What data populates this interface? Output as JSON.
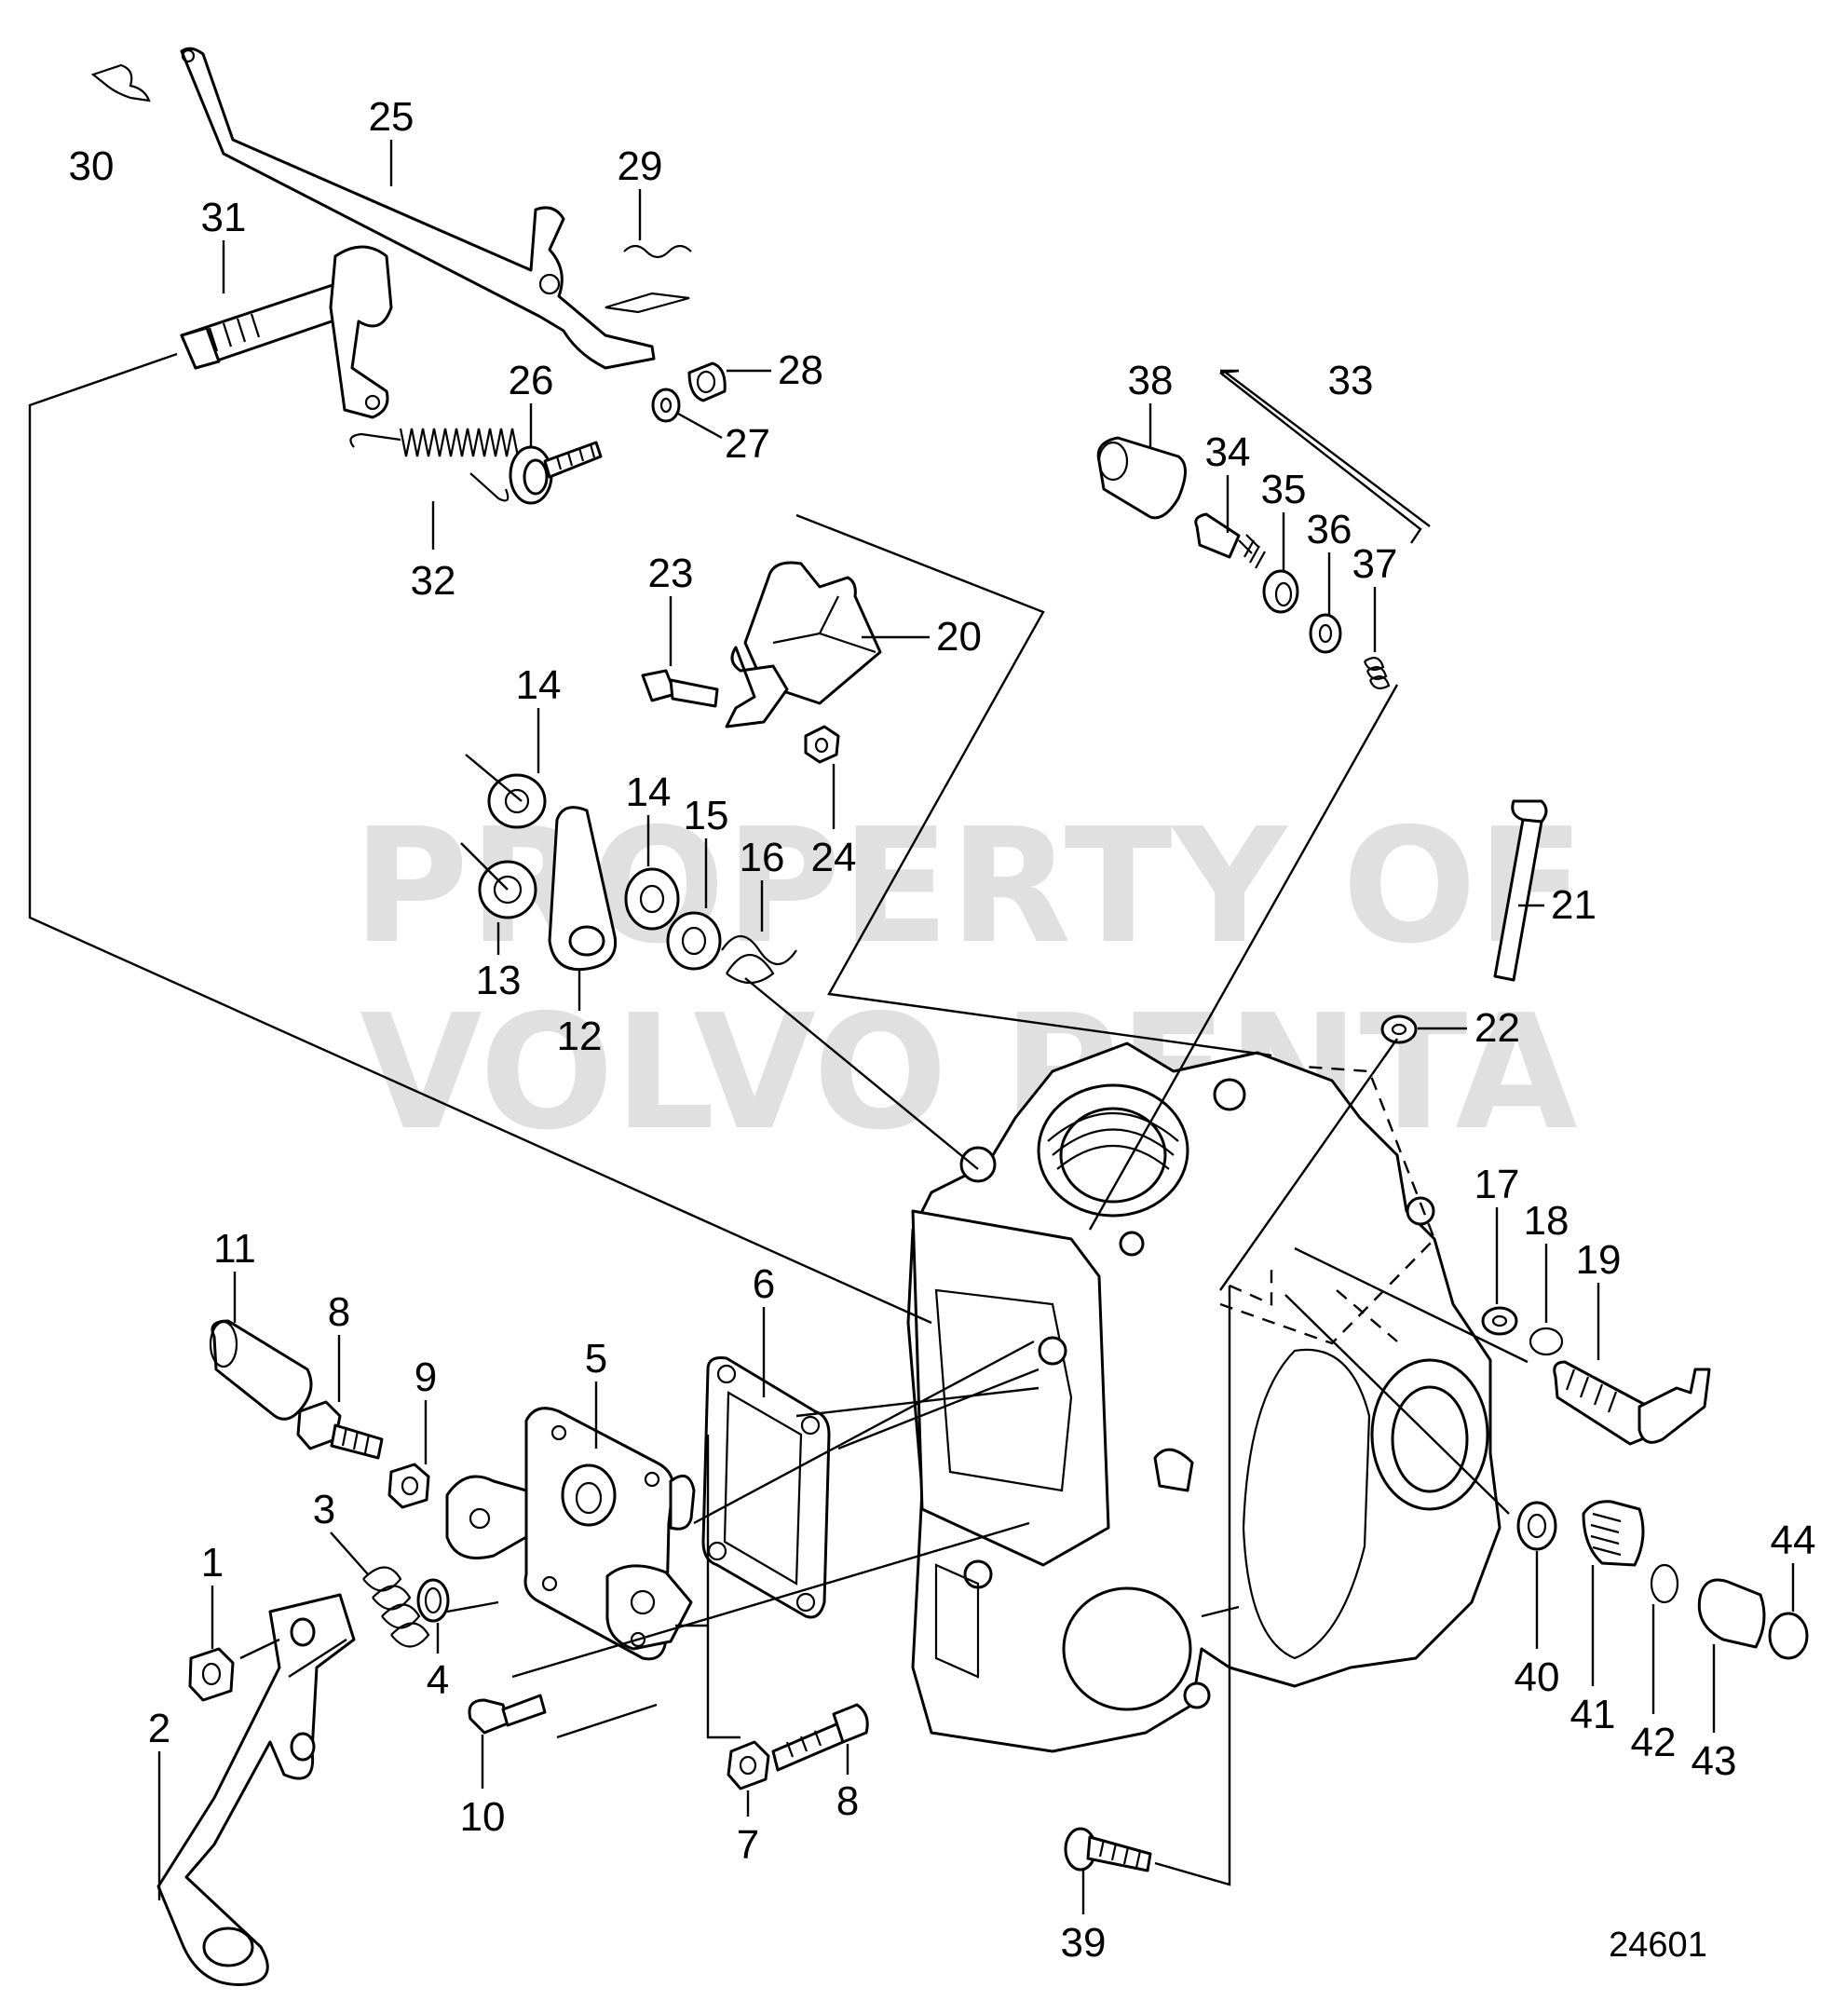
{
  "watermark": {
    "line1": "PROPERTY OF",
    "line2": "VOLVO PENTA"
  },
  "drawing_number": "24601",
  "callouts": [
    {
      "id": "c30",
      "label": "30"
    },
    {
      "id": "c25",
      "label": "25"
    },
    {
      "id": "c29",
      "label": "29"
    },
    {
      "id": "c31",
      "label": "31"
    },
    {
      "id": "c26",
      "label": "26"
    },
    {
      "id": "c28",
      "label": "28"
    },
    {
      "id": "c27",
      "label": "27"
    },
    {
      "id": "c32",
      "label": "32"
    },
    {
      "id": "c38",
      "label": "38"
    },
    {
      "id": "c33",
      "label": "33"
    },
    {
      "id": "c34",
      "label": "34"
    },
    {
      "id": "c35",
      "label": "35"
    },
    {
      "id": "c36",
      "label": "36"
    },
    {
      "id": "c37",
      "label": "37"
    },
    {
      "id": "c23",
      "label": "23"
    },
    {
      "id": "c20",
      "label": "20"
    },
    {
      "id": "c24",
      "label": "24"
    },
    {
      "id": "c14a",
      "label": "14"
    },
    {
      "id": "c14b",
      "label": "14"
    },
    {
      "id": "c15",
      "label": "15"
    },
    {
      "id": "c16",
      "label": "16"
    },
    {
      "id": "c13",
      "label": "13"
    },
    {
      "id": "c12",
      "label": "12"
    },
    {
      "id": "c21",
      "label": "21"
    },
    {
      "id": "c22",
      "label": "22"
    },
    {
      "id": "c17",
      "label": "17"
    },
    {
      "id": "c18",
      "label": "18"
    },
    {
      "id": "c19",
      "label": "19"
    },
    {
      "id": "c11",
      "label": "11"
    },
    {
      "id": "c8a",
      "label": "8"
    },
    {
      "id": "c9",
      "label": "9"
    },
    {
      "id": "c6",
      "label": "6"
    },
    {
      "id": "c5",
      "label": "5"
    },
    {
      "id": "c3",
      "label": "3"
    },
    {
      "id": "c1",
      "label": "1"
    },
    {
      "id": "c4",
      "label": "4"
    },
    {
      "id": "c2",
      "label": "2"
    },
    {
      "id": "c10",
      "label": "10"
    },
    {
      "id": "c7",
      "label": "7"
    },
    {
      "id": "c8b",
      "label": "8"
    },
    {
      "id": "c39",
      "label": "39"
    },
    {
      "id": "c40",
      "label": "40"
    },
    {
      "id": "c41",
      "label": "41"
    },
    {
      "id": "c42",
      "label": "42"
    },
    {
      "id": "c43",
      "label": "43"
    },
    {
      "id": "c44",
      "label": "44"
    }
  ]
}
